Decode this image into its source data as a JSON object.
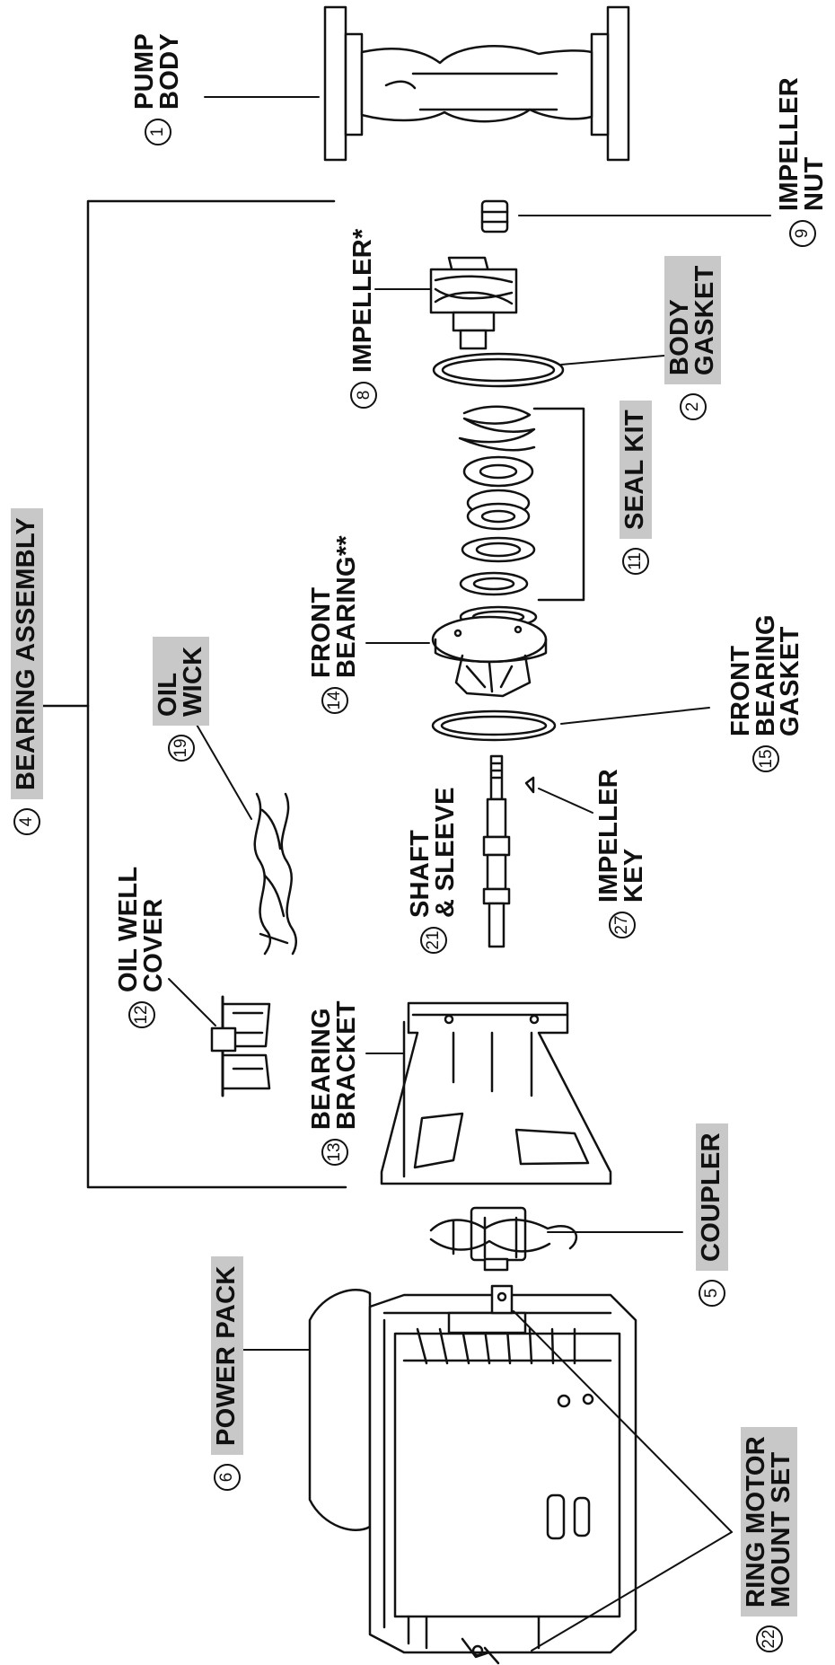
{
  "colors": {
    "ink": "#111111",
    "highlight": "#c8c8c8",
    "background": "#ffffff"
  },
  "parts": {
    "pump_body": {
      "num": "1",
      "name": "PUMP\nBODY"
    },
    "body_gasket": {
      "num": "2",
      "name": "BODY\nGASKET"
    },
    "bearing_assembly": {
      "num": "4",
      "name": "BEARING ASSEMBLY"
    },
    "coupler": {
      "num": "5",
      "name": "COUPLER"
    },
    "power_pack": {
      "num": "6",
      "name": "POWER PACK"
    },
    "impeller": {
      "num": "8",
      "name": "IMPELLER*"
    },
    "impeller_nut": {
      "num": "9",
      "name": "IMPELLER\nNUT"
    },
    "seal_kit": {
      "num": "11",
      "name": "SEAL KIT"
    },
    "oil_well_cover": {
      "num": "12",
      "name": "OIL WELL\nCOVER"
    },
    "bearing_bracket": {
      "num": "13",
      "name": "BEARING\nBRACKET"
    },
    "front_bearing": {
      "num": "14",
      "name": "FRONT\nBEARING**"
    },
    "front_bearing_gasket": {
      "num": "15",
      "name": "FRONT\nBEARING\nGASKET"
    },
    "oil_wick": {
      "num": "19",
      "name": "OIL\nWICK"
    },
    "shaft_sleeve": {
      "num": "21",
      "name": "SHAFT\n& SLEEVE"
    },
    "ring_motor_mount_set": {
      "num": "22",
      "name": "RING MOTOR\nMOUNT SET"
    },
    "impeller_key": {
      "num": "27",
      "name": "IMPELLER\nKEY"
    }
  }
}
